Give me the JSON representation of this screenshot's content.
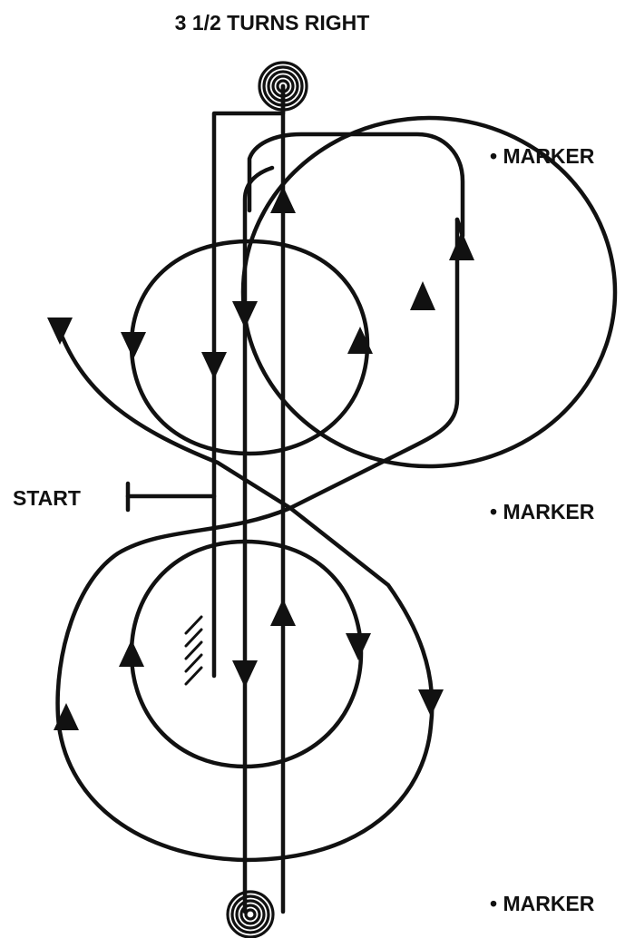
{
  "title": "3 1/2 TURNS RIGHT",
  "start_label": "START",
  "markers": [
    {
      "label": "• MARKER"
    },
    {
      "label": "• MARKER"
    },
    {
      "label": "• MARKER"
    }
  ],
  "colors": {
    "ink": "#111111",
    "background": "#ffffff"
  }
}
